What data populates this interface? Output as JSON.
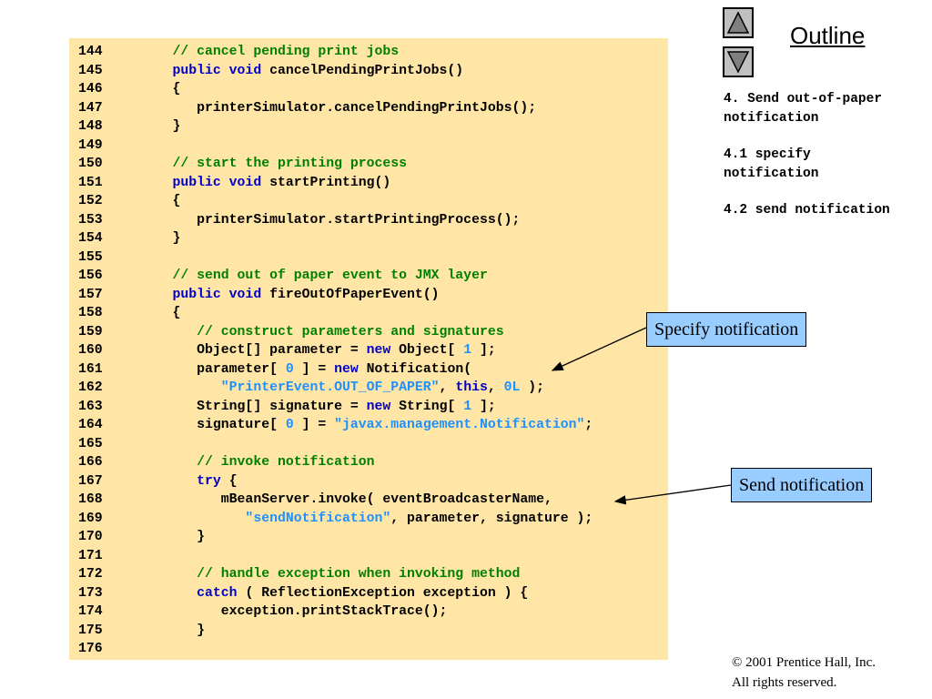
{
  "code_lines": [
    {
      "num": "144",
      "tokens": [
        [
          "com",
          "    // cancel pending print jobs"
        ]
      ]
    },
    {
      "num": "145",
      "tokens": [
        [
          "kw",
          "    public void "
        ],
        [
          "plain",
          "cancelPendingPrintJobs()"
        ]
      ]
    },
    {
      "num": "146",
      "tokens": [
        [
          "plain",
          "    {"
        ]
      ]
    },
    {
      "num": "147",
      "tokens": [
        [
          "plain",
          "       printerSimulator.cancelPendingPrintJobs();"
        ]
      ]
    },
    {
      "num": "148",
      "tokens": [
        [
          "plain",
          "    }"
        ]
      ]
    },
    {
      "num": "149",
      "tokens": []
    },
    {
      "num": "150",
      "tokens": [
        [
          "com",
          "    // start the printing process"
        ]
      ]
    },
    {
      "num": "151",
      "tokens": [
        [
          "kw",
          "    public void "
        ],
        [
          "plain",
          "startPrinting()"
        ]
      ]
    },
    {
      "num": "152",
      "tokens": [
        [
          "plain",
          "    {"
        ]
      ]
    },
    {
      "num": "153",
      "tokens": [
        [
          "plain",
          "       printerSimulator.startPrintingProcess();"
        ]
      ]
    },
    {
      "num": "154",
      "tokens": [
        [
          "plain",
          "    }"
        ]
      ]
    },
    {
      "num": "155",
      "tokens": []
    },
    {
      "num": "156",
      "tokens": [
        [
          "com",
          "    // send out of paper event to JMX layer"
        ]
      ]
    },
    {
      "num": "157",
      "tokens": [
        [
          "kw",
          "    public void "
        ],
        [
          "plain",
          "fireOutOfPaperEvent()"
        ]
      ]
    },
    {
      "num": "158",
      "tokens": [
        [
          "plain",
          "    {"
        ]
      ]
    },
    {
      "num": "159",
      "tokens": [
        [
          "com",
          "       // construct parameters and signatures"
        ]
      ]
    },
    {
      "num": "160",
      "tokens": [
        [
          "plain",
          "       Object[] parameter = "
        ],
        [
          "kw",
          "new "
        ],
        [
          "plain",
          "Object[ "
        ],
        [
          "num",
          "1"
        ],
        [
          "plain",
          " ];"
        ]
      ]
    },
    {
      "num": "161",
      "tokens": [
        [
          "plain",
          "       parameter[ "
        ],
        [
          "num",
          "0"
        ],
        [
          "plain",
          " ] = "
        ],
        [
          "kw",
          "new "
        ],
        [
          "plain",
          "Notification("
        ]
      ]
    },
    {
      "num": "162",
      "tokens": [
        [
          "str",
          "          \"PrinterEvent.OUT_OF_PAPER\""
        ],
        [
          "plain",
          ", "
        ],
        [
          "kw",
          "this"
        ],
        [
          "plain",
          ", "
        ],
        [
          "num",
          "0L"
        ],
        [
          "plain",
          " );"
        ]
      ]
    },
    {
      "num": "163",
      "tokens": [
        [
          "plain",
          "       String[] signature = "
        ],
        [
          "kw",
          "new "
        ],
        [
          "plain",
          "String[ "
        ],
        [
          "num",
          "1"
        ],
        [
          "plain",
          " ];"
        ]
      ]
    },
    {
      "num": "164",
      "tokens": [
        [
          "plain",
          "       signature[ "
        ],
        [
          "num",
          "0"
        ],
        [
          "plain",
          " ] = "
        ],
        [
          "str",
          "\"javax.management.Notification\""
        ],
        [
          "plain",
          ";"
        ]
      ]
    },
    {
      "num": "165",
      "tokens": []
    },
    {
      "num": "166",
      "tokens": [
        [
          "com",
          "       // invoke notification"
        ]
      ]
    },
    {
      "num": "167",
      "tokens": [
        [
          "kw",
          "       try "
        ],
        [
          "plain",
          "{"
        ]
      ]
    },
    {
      "num": "168",
      "tokens": [
        [
          "plain",
          "          mBeanServer.invoke( eventBroadcasterName,"
        ]
      ]
    },
    {
      "num": "169",
      "tokens": [
        [
          "str",
          "             \"sendNotification\""
        ],
        [
          "plain",
          ", parameter, signature );"
        ]
      ]
    },
    {
      "num": "170",
      "tokens": [
        [
          "plain",
          "       }"
        ]
      ]
    },
    {
      "num": "171",
      "tokens": []
    },
    {
      "num": "172",
      "tokens": [
        [
          "com",
          "       // handle exception when invoking method"
        ]
      ]
    },
    {
      "num": "173",
      "tokens": [
        [
          "kw",
          "       catch "
        ],
        [
          "plain",
          "( ReflectionException exception ) {"
        ]
      ]
    },
    {
      "num": "174",
      "tokens": [
        [
          "plain",
          "          exception.printStackTrace();"
        ]
      ]
    },
    {
      "num": "175",
      "tokens": [
        [
          "plain",
          "       }"
        ]
      ]
    },
    {
      "num": "176",
      "tokens": []
    }
  ],
  "outline": {
    "title": "Outline",
    "up_icon": "triangle-up-icon",
    "down_icon": "triangle-down-icon",
    "items": [
      "4. Send out-of-paper\nnotification",
      "4.1 specify\nnotification",
      "4.2 send notification"
    ]
  },
  "callouts": {
    "specify": "Specify notification",
    "send": "Send notification"
  },
  "copyright": {
    "line1": "© 2001 Prentice Hall, Inc.",
    "line2": "All rights reserved."
  },
  "colors": {
    "code_bg": "#ffe5a6",
    "keyword": "#0000cc",
    "comment": "#008000",
    "string": "#1e90ff",
    "callout_bg": "#99ccff"
  }
}
